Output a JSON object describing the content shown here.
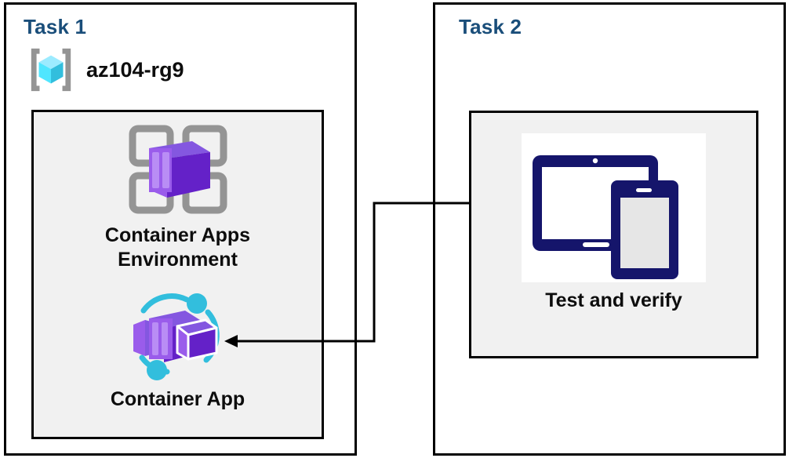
{
  "diagram": {
    "title": "Azure Container Apps lab diagram",
    "background": "#ffffff",
    "colors": {
      "task_title": "#1a4e7a",
      "panel_border": "#000000",
      "inner_box_fill": "#f1f1f1",
      "caption_text": "#0d0d0d",
      "resource_group_cube": "#50e6ff",
      "resource_group_bracket": "#949494",
      "container_purple_light": "#9a5ceb",
      "container_purple_dark": "#6421c8",
      "container_frame_gray": "#949494",
      "container_app_accent": "#32bedd",
      "device_navy": "#15156b",
      "connector_line": "#000000"
    }
  },
  "tasks": [
    {
      "id": "task1",
      "title": "Task 1",
      "resource_group": {
        "icon": "resource-group-icon",
        "label": "az104-rg9"
      },
      "items": [
        {
          "icon": "container-apps-environment-icon",
          "label": "Container Apps\nEnvironment"
        },
        {
          "icon": "container-app-icon",
          "label": "Container App"
        }
      ]
    },
    {
      "id": "task2",
      "title": "Task 2",
      "items": [
        {
          "icon": "test-and-verify-devices-icon",
          "label": "Test and verify"
        }
      ]
    }
  ],
  "connector": {
    "name": "task2-to-container-app-arrow",
    "from": "Test and verify",
    "to": "Container App",
    "direction": "right-to-left",
    "arrowhead": "left"
  }
}
